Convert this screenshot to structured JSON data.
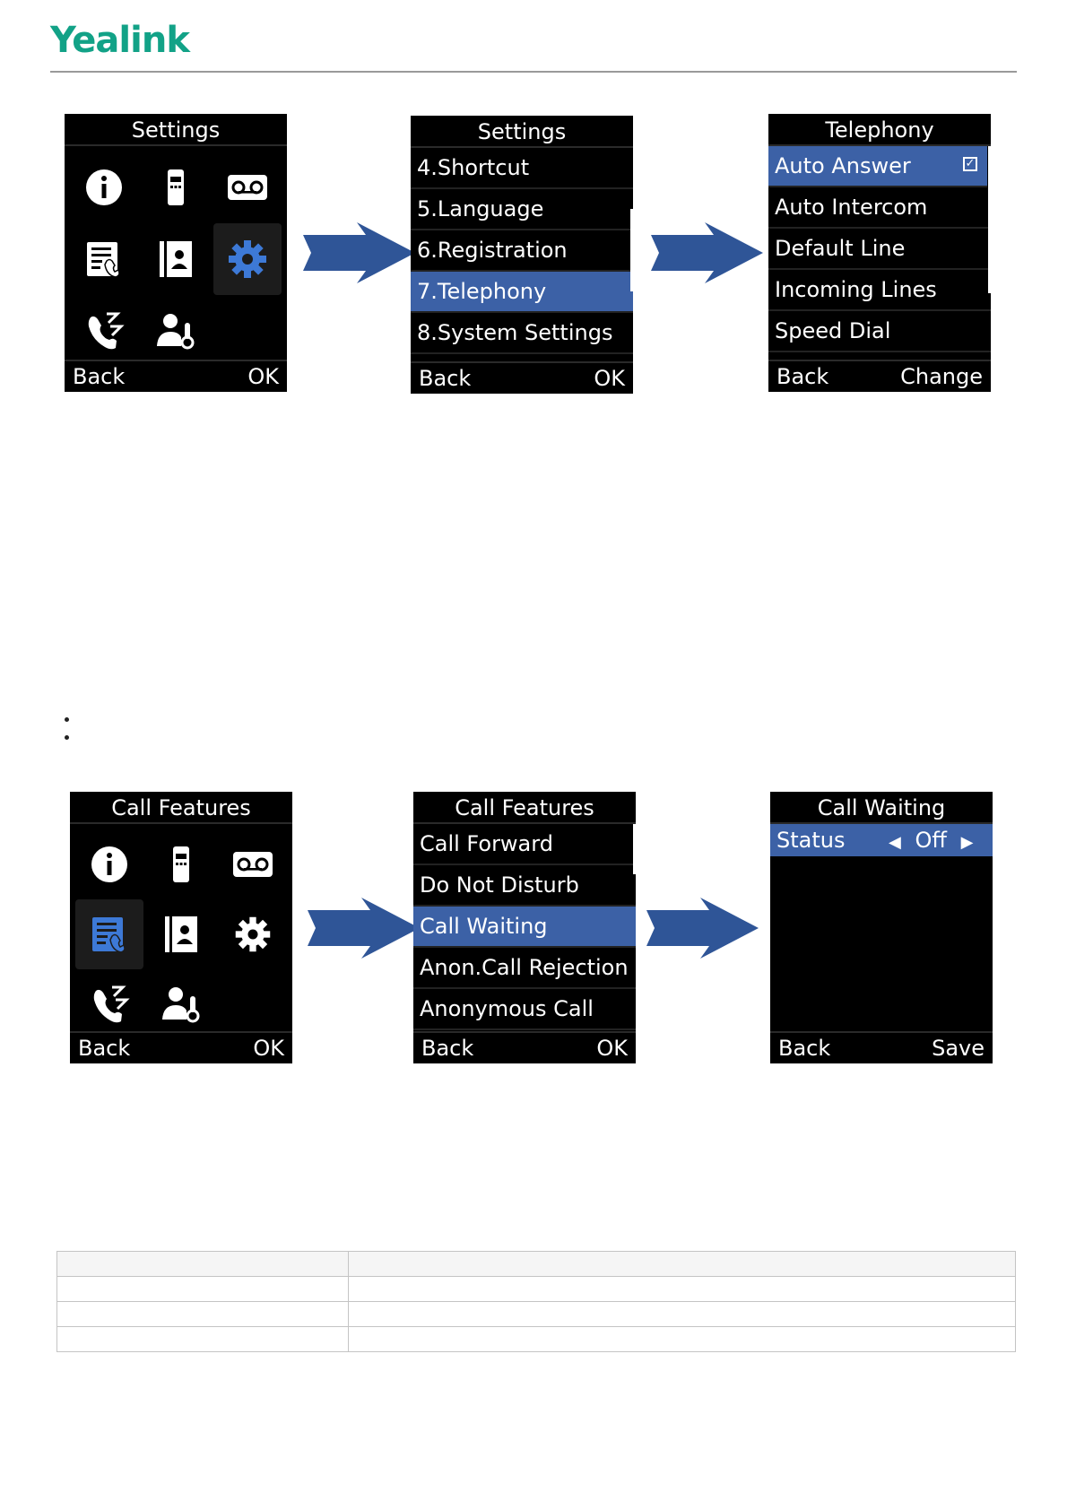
{
  "brand": {
    "name": "Yealink",
    "color": "#12a287"
  },
  "colors": {
    "highlight": "#3c61a6",
    "arrow": "#2f5597"
  },
  "figure1": {
    "main_menu": {
      "title": "Settings",
      "icons": [
        "info-icon",
        "handset-icon",
        "voicemail-icon",
        "call-features-icon",
        "contacts-icon",
        "settings-gear-icon",
        "intercom-icon",
        "admin-icon"
      ],
      "selected_icon": "settings-gear-icon",
      "softkeys": {
        "left": "Back",
        "right": "OK"
      }
    },
    "settings_menu": {
      "title": "Settings",
      "items": [
        "4.Shortcut",
        "5.Language",
        "6.Registration",
        "7.Telephony",
        "8.System Settings"
      ],
      "selected": "7.Telephony",
      "softkeys": {
        "left": "Back",
        "right": "OK"
      }
    },
    "telephony_menu": {
      "title": "Telephony",
      "items": [
        "Auto Answer",
        "Auto Intercom",
        "Default Line",
        "Incoming Lines",
        "Speed Dial"
      ],
      "selected": "Auto Answer",
      "auto_answer_checked": true,
      "softkeys": {
        "left": "Back",
        "right": "Change"
      }
    }
  },
  "figure2": {
    "main_menu": {
      "title": "Call Features",
      "icons": [
        "info-icon",
        "handset-icon",
        "voicemail-icon",
        "call-features-icon",
        "contacts-icon",
        "settings-gear-icon",
        "intercom-icon",
        "admin-icon"
      ],
      "selected_icon": "call-features-icon",
      "softkeys": {
        "left": "Back",
        "right": "OK"
      }
    },
    "call_features_menu": {
      "title": "Call Features",
      "items": [
        "Call Forward",
        "Do Not Disturb",
        "Call Waiting",
        "Anon.Call Rejection",
        "Anonymous Call"
      ],
      "selected": "Call Waiting",
      "softkeys": {
        "left": "Back",
        "right": "OK"
      }
    },
    "call_waiting": {
      "title": "Call Waiting",
      "field_label": "Status",
      "field_value": "Off",
      "softkeys": {
        "left": "Back",
        "right": "Save"
      }
    }
  }
}
